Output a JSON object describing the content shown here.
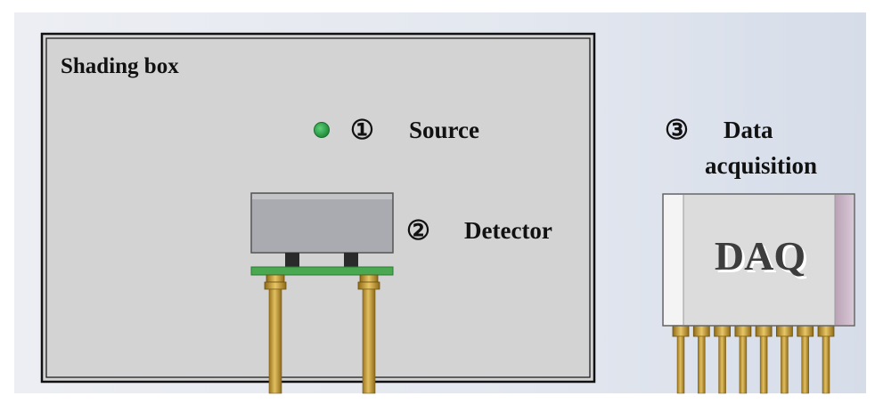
{
  "labels": {
    "shading_box": "Shading box",
    "source_num": "①",
    "source": "Source",
    "detector_num": "②",
    "detector": "Detector",
    "daq_num": "③",
    "daq_line1": "Data",
    "daq_line2": "acquisition",
    "daq_text": "DAQ"
  },
  "colors": {
    "background": "#dfe3ec",
    "box_fill": "#d3d3d3",
    "source_dot": "#2fa24a",
    "detector_body": "#a9abb0",
    "pcb": "#49a850",
    "rod": "#c9a03a",
    "daq_body": "#dcdcdc"
  },
  "daq_pin_count": 8
}
